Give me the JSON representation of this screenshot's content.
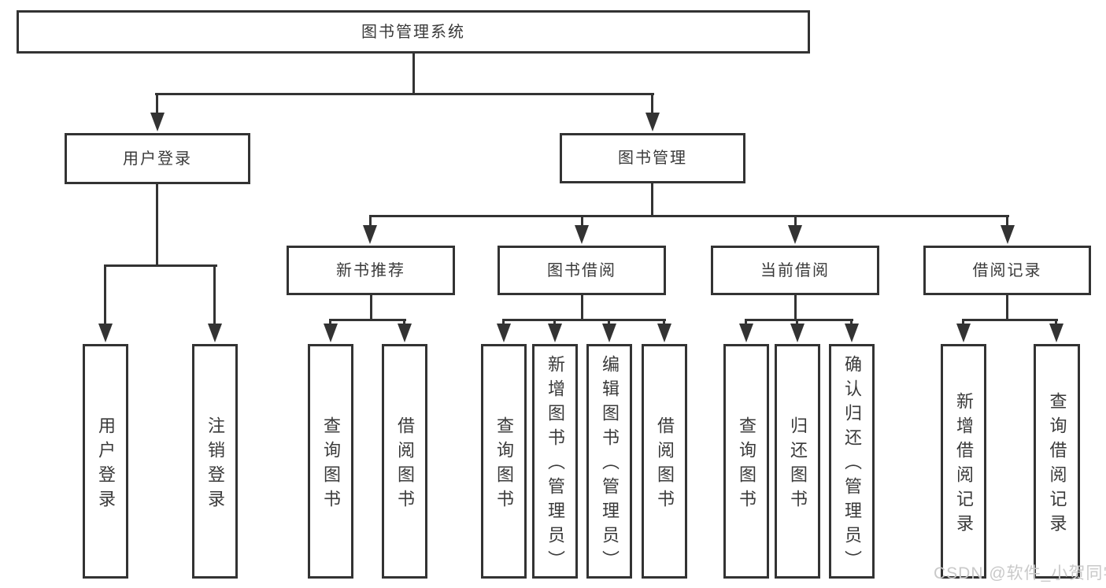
{
  "tree": {
    "root": "图书管理系统",
    "branches": [
      {
        "label": "用户登录",
        "leaves": [
          "用户登录",
          "注销登录"
        ]
      },
      {
        "label": "图书管理",
        "sections": [
          {
            "label": "新书推荐",
            "leaves": [
              "查询图书",
              "借阅图书"
            ]
          },
          {
            "label": "图书借阅",
            "leaves": [
              "查询图书",
              "新增图书（管理员）",
              "编辑图书（管理员）",
              "借阅图书"
            ]
          },
          {
            "label": "当前借阅",
            "leaves": [
              "查询图书",
              "归还图书",
              "确认归还（管理员）"
            ]
          },
          {
            "label": "借阅记录",
            "leaves": [
              "新增借阅记录",
              "查询借阅记录"
            ]
          }
        ]
      }
    ]
  },
  "watermark": "CSDN @软件_小贺同学",
  "colors": {
    "line": "#333333",
    "box_border": "#333333",
    "text": "#3a3a3a",
    "watermark": "#c9c9c9",
    "background": "#ffffff"
  }
}
